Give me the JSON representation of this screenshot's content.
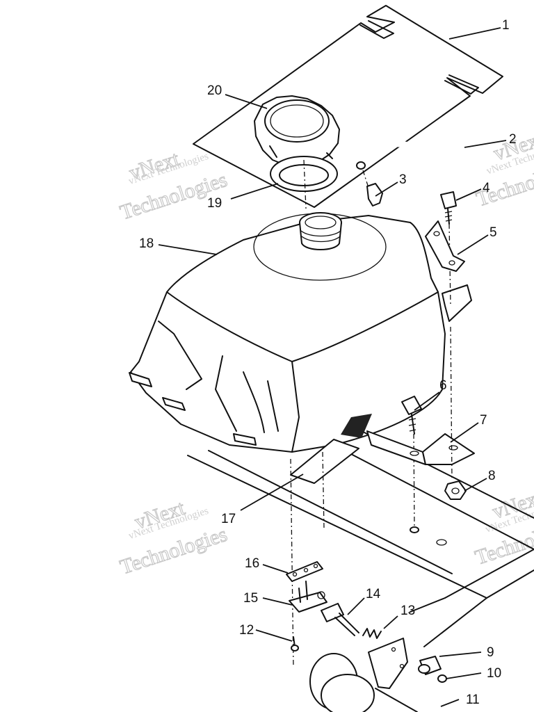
{
  "diagram": {
    "callouts": [
      "1",
      "2",
      "3",
      "4",
      "5",
      "6",
      "7",
      "8",
      "9",
      "10",
      "11",
      "12",
      "13",
      "14",
      "15",
      "16",
      "17",
      "18",
      "19",
      "20"
    ],
    "watermark": {
      "small": "vNext Technologies",
      "big_top": "vNext",
      "big_bottom": "Technologies"
    }
  }
}
